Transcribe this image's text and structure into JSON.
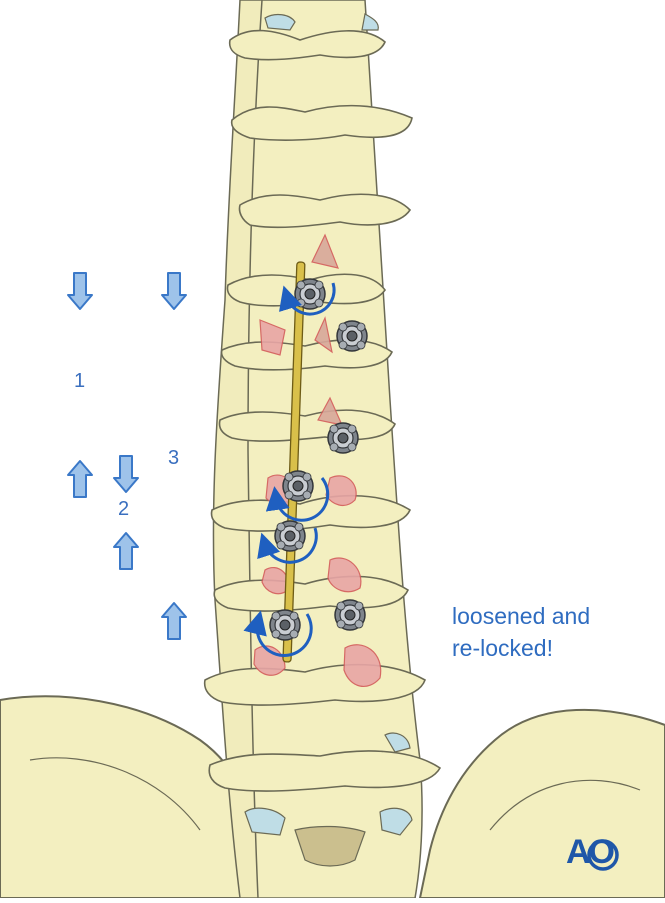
{
  "labels": {
    "one": "1",
    "two": "2",
    "three": "3"
  },
  "note": {
    "line1": "loosened and",
    "line2": "re-locked!"
  },
  "logo": "AO",
  "colors": {
    "bone": "#f3efc0",
    "bone_outline": "#6b6a55",
    "disc": "#bfdde6",
    "rod": "#d9c04a",
    "screw": "#8a8f96",
    "arrow_fill": "#9ec3ea",
    "arrow_stroke": "#3a78c8",
    "rotation": "#1f5fc0",
    "resection": "#e58a8a"
  },
  "icons": [
    "down-arrow-icon",
    "up-arrow-icon",
    "rotation-arrow-icon",
    "pedicle-screw-icon"
  ]
}
